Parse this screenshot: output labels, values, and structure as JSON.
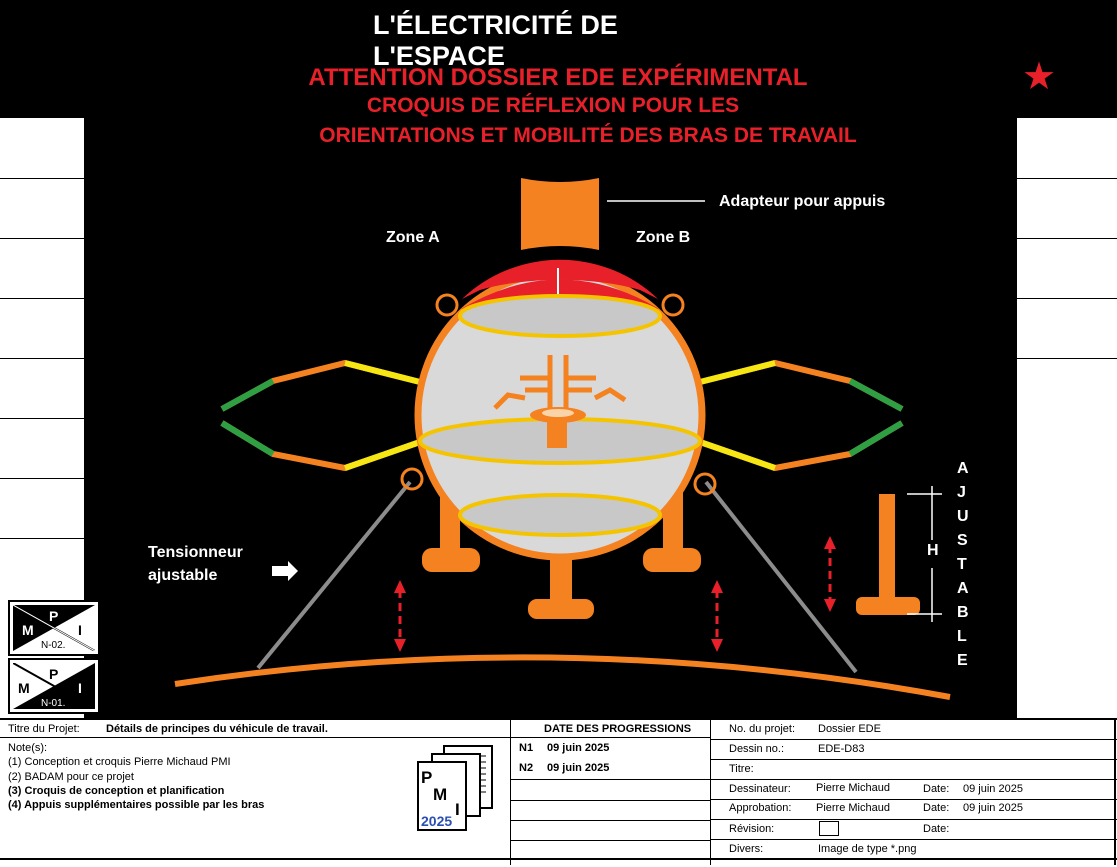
{
  "header": {
    "main_title": "L'ÉLECTRICITÉ DE L'ESPACE",
    "warning": "ATTENTION DOSSIER EDE EXPÉRIMENTAL",
    "subtitle_line1": "CROQUIS DE RÉFLEXION POUR LES",
    "subtitle_line2": "ORIENTATIONS ET MOBILITÉ DES BRAS DE TRAVAIL"
  },
  "labels": {
    "adapter": "Adapteur pour appuis",
    "zone_a": "Zone A",
    "zone_b": "Zone B",
    "tensioner_line1": "Tensionneur",
    "tensioner_line2": "ajustable",
    "height": "H",
    "adjustable_letters": [
      "A",
      "J",
      "U",
      "S",
      "T",
      "A",
      "B",
      "L",
      "E"
    ]
  },
  "badges": [
    {
      "m": "M",
      "p": "P",
      "i": "I",
      "code": "N-02."
    },
    {
      "m": "M",
      "p": "P",
      "i": "I",
      "code": "N-01."
    }
  ],
  "title_block": {
    "project_title_label": "Titre du Projet:",
    "project_title_value": "Détails de principes du véhicule de travail.",
    "notes_label": "Note(s):",
    "notes": [
      "(1) Conception et croquis Pierre Michaud PMI",
      "(2) BADAM pour ce projet",
      "(3) Croquis de conception et planification",
      "(4) Appuis supplémentaires possible par les bras"
    ],
    "logo_letters": [
      "P",
      "M",
      "I"
    ],
    "logo_year": "2025",
    "progress_header": "DATE DES PROGRESSIONS",
    "progress": [
      {
        "id": "N1",
        "date": "09 juin 2025"
      },
      {
        "id": "N2",
        "date": "09 juin 2025"
      }
    ],
    "project_no_label": "No. du projet:",
    "project_no_value": "Dossier EDE",
    "drawing_no_label": "Dessin no.:",
    "drawing_no_value": "EDE-D83",
    "titre_label": "Titre:",
    "designer_label": "Dessinateur:",
    "designer_value": "Pierre Michaud",
    "designer_date_label": "Date:",
    "designer_date_value": "09 juin 2025",
    "approval_label": "Approbation:",
    "approval_value": "Pierre Michaud",
    "approval_date_label": "Date:",
    "approval_date_value": "09 juin 2025",
    "revision_label": "Révision:",
    "revision_date_label": "Date:",
    "misc_label": "Divers:",
    "misc_value": "Image de type *.png"
  },
  "colors": {
    "orange": "#f58220",
    "red": "#e8202a",
    "yellow": "#f5e614",
    "green": "#2ea043",
    "sphere": "#d9d9d9",
    "ring": "#f5c400",
    "cable": "#8c8c8c"
  }
}
